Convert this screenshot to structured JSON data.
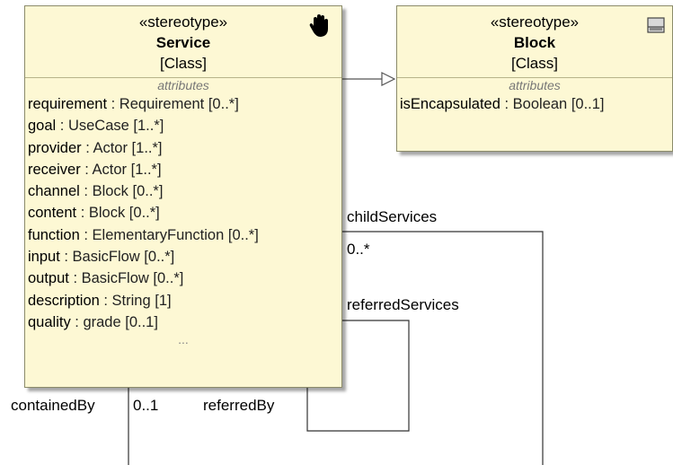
{
  "service": {
    "stereotype": "«stereotype»",
    "name": "Service",
    "kind": "[Class]",
    "attributes_title": "attributes",
    "attributes": [
      {
        "name": "requirement",
        "type": " : Requirement [0..*]"
      },
      {
        "name": "goal",
        "type": " : UseCase [1..*]"
      },
      {
        "name": "provider",
        "type": " : Actor [1..*]"
      },
      {
        "name": "receiver",
        "type": " : Actor [1..*]"
      },
      {
        "name": "channel",
        "type": " : Block [0..*]"
      },
      {
        "name": "content",
        "type": " : Block [0..*]"
      },
      {
        "name": "function",
        "type": " : ElementaryFunction [0..*]"
      },
      {
        "name": "input",
        "type": " : BasicFlow  [0..*]"
      },
      {
        "name": "output",
        "type": " : BasicFlow  [0..*]"
      },
      {
        "name": "description",
        "type": " : String [1]"
      },
      {
        "name": "quality",
        "type": " : grade [0..1]"
      }
    ],
    "more": "..."
  },
  "block": {
    "stereotype": "«stereotype»",
    "name": "Block",
    "kind": "[Class]",
    "attributes_title": "attributes",
    "attributes": [
      {
        "name": "isEncapsulated",
        "type": " : Boolean [0..1]"
      }
    ]
  },
  "labels": {
    "child_services": "childServices",
    "child_mult": "0..*",
    "referred_services": "referredServices",
    "contained_by": "containedBy",
    "contained_mult": "0..1",
    "referred_by": "referredBy"
  },
  "icons": {
    "service_icon": "hand-icon",
    "block_icon": "block-icon"
  }
}
